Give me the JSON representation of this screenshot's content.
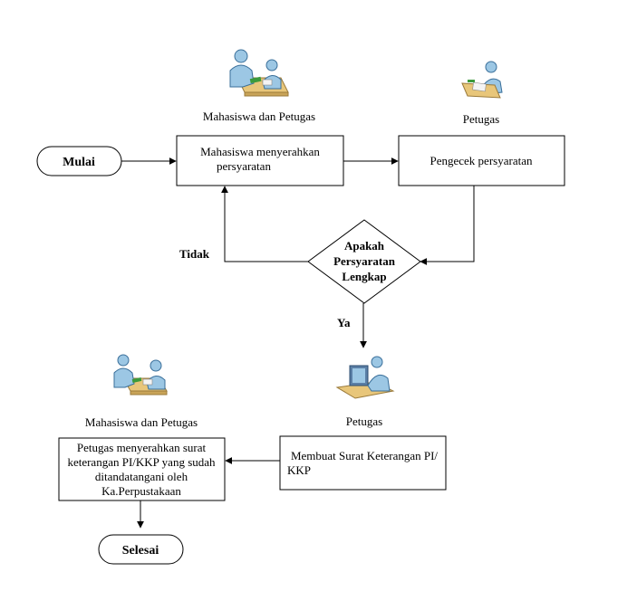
{
  "nodes": {
    "start": "Mulai",
    "submit": [
      "Mahasiswa menyerahkan",
      "persyaratan"
    ],
    "check": "Pengecek persyaratan",
    "decision": [
      "Apakah",
      "Persyaratan",
      "Lengkap"
    ],
    "make_letter": [
      "Membuat Surat Keterangan PI/",
      "KKP"
    ],
    "hand_over": [
      "Petugas menyerahkan surat",
      "keterangan PI/KKP yang sudah",
      "ditandatangani oleh",
      "Ka.Perpustakaan"
    ],
    "end": "Selesai"
  },
  "edges": {
    "no": "Tidak",
    "yes": "Ya"
  },
  "actors": {
    "top_left": "Mahasiswa dan Petugas",
    "top_right": "Petugas",
    "mid_right": "Petugas",
    "bottom_left": "Mahasiswa dan Petugas"
  },
  "icons": {
    "top_left": "two-people-desk-icon",
    "top_right": "officer-desk-icon",
    "mid_right": "officer-computer-icon",
    "bottom_left": "two-people-desk-icon"
  },
  "colors": {
    "person_fill": "#9cc7e4",
    "person_stroke": "#3a6f9a",
    "desk_fill": "#e8c67a",
    "desk_stroke": "#9a7a3a",
    "paper": "#f4f4f4",
    "money": "#3c9a3c"
  }
}
